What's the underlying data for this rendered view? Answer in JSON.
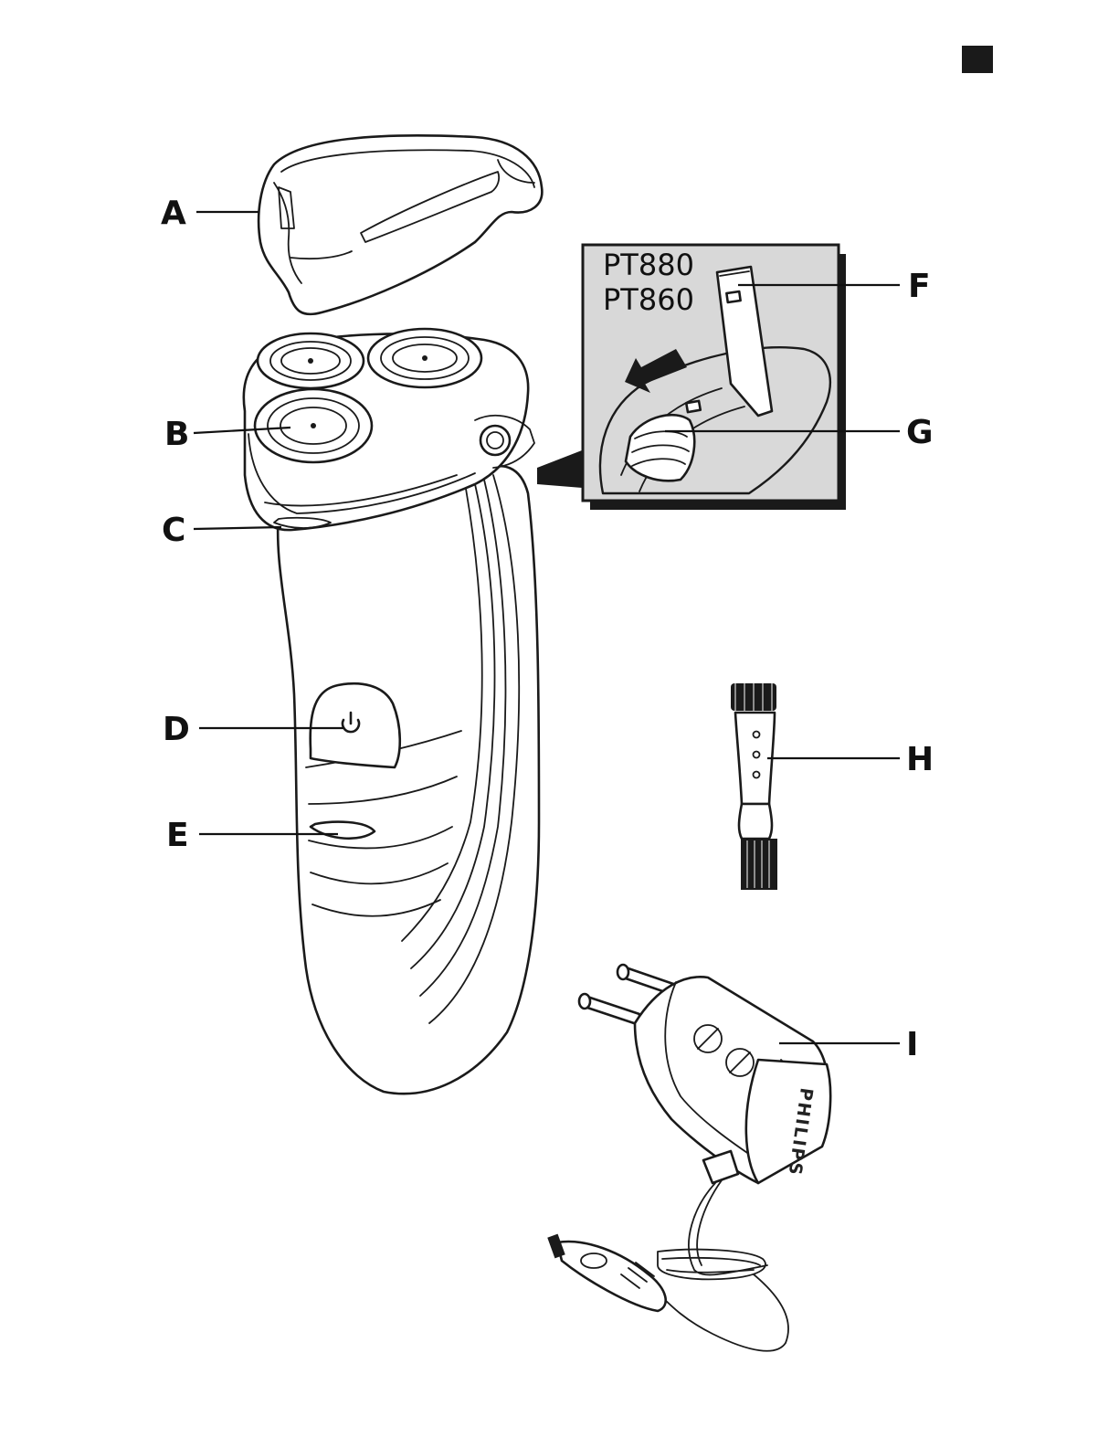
{
  "callouts": {
    "A": "A",
    "B": "B",
    "C": "C",
    "D": "D",
    "E": "E",
    "F": "F",
    "G": "G",
    "H": "H",
    "I": "I"
  },
  "inset": {
    "models": [
      "PT880",
      "PT860"
    ]
  },
  "adapter": {
    "brand": "PHILIPS"
  },
  "page_marker": {
    "color": "#1a1a1a"
  }
}
